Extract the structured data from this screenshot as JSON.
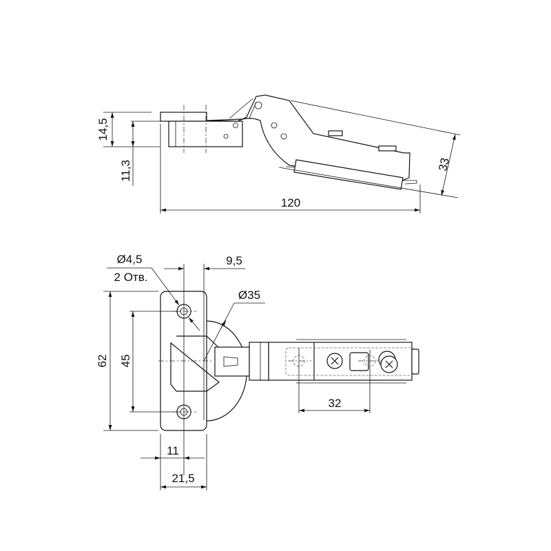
{
  "drawing": {
    "side_view": {
      "dim_height_total": "14,5",
      "dim_height_body": "11,3",
      "dim_length": "120",
      "dim_arm_height": "33"
    },
    "top_view": {
      "dim_hole_diameter": "Ø4,5",
      "dim_hole_count": "2 Отв.",
      "dim_offset": "9,5",
      "dim_cup_diameter": "Ø35",
      "dim_plate_height": "62",
      "dim_hole_spacing": "45",
      "dim_hole_offset": "11",
      "dim_plate_width": "21,5",
      "dim_arm_holes": "32"
    },
    "colors": {
      "line": "#111111",
      "background": "#ffffff"
    }
  }
}
